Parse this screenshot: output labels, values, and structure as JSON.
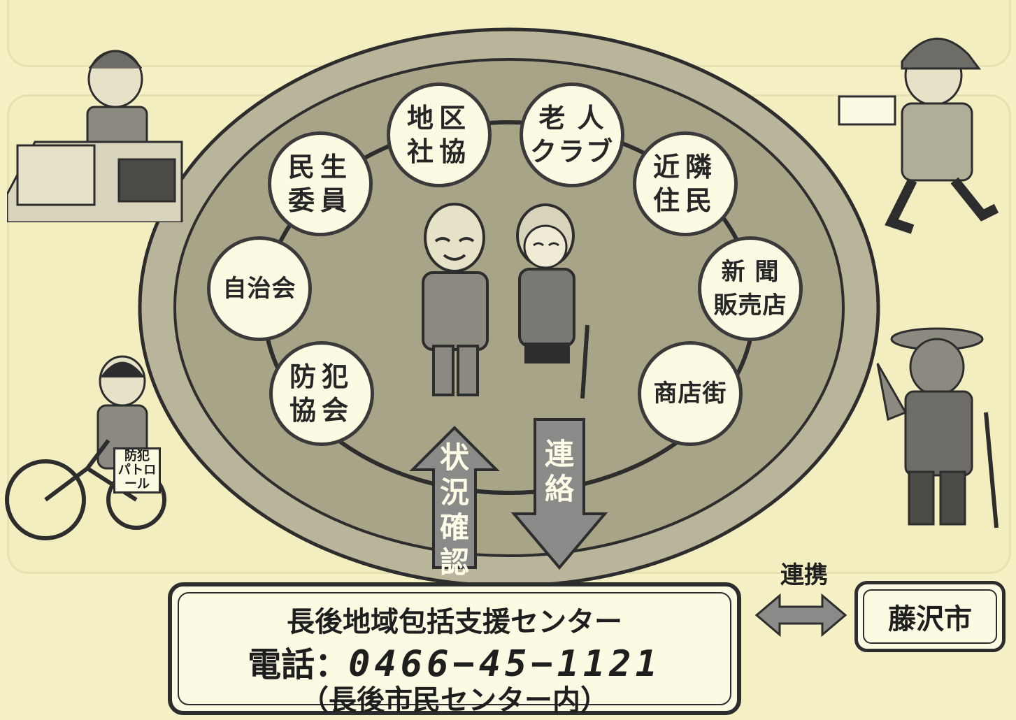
{
  "diagram": {
    "nodes": [
      {
        "id": "chiku-shakyo",
        "label": "地区\n社協"
      },
      {
        "id": "rojin-club",
        "label": "老 人\nクラブ"
      },
      {
        "id": "kinrin-jumin",
        "label": "近隣\n住民"
      },
      {
        "id": "shinbun",
        "label": "新 聞\n販売店"
      },
      {
        "id": "shotengai",
        "label": "商店街"
      },
      {
        "id": "bohan-kyokai",
        "label": "防犯\n協会"
      },
      {
        "id": "jichikai",
        "label": "自治会"
      },
      {
        "id": "minsei-iin",
        "label": "民生\n委員"
      }
    ],
    "arrows": {
      "up_label": "状\n況\n確\n認",
      "down_label": "連\n絡"
    },
    "center": {
      "name": "長後地域包括支援センター",
      "phone_label": "電話：",
      "phone_number": "0466−45−1121",
      "location": "（長後市民センター内）"
    },
    "link_label": "連携",
    "city": "藤沢市",
    "patrol_sign": "防犯\nパトロール"
  },
  "colors": {
    "background": "#f6f1c4",
    "outer_ellipse": "#b9b59a",
    "inner_ellipse": "#a8a488",
    "node_fill": "#fdfae3",
    "arrow": "#8a8a88"
  },
  "icons": [
    "elderly-couple-icon",
    "cashier-icon",
    "newspaper-deliverer-icon",
    "patrol-cyclist-icon",
    "farmer-icon"
  ]
}
